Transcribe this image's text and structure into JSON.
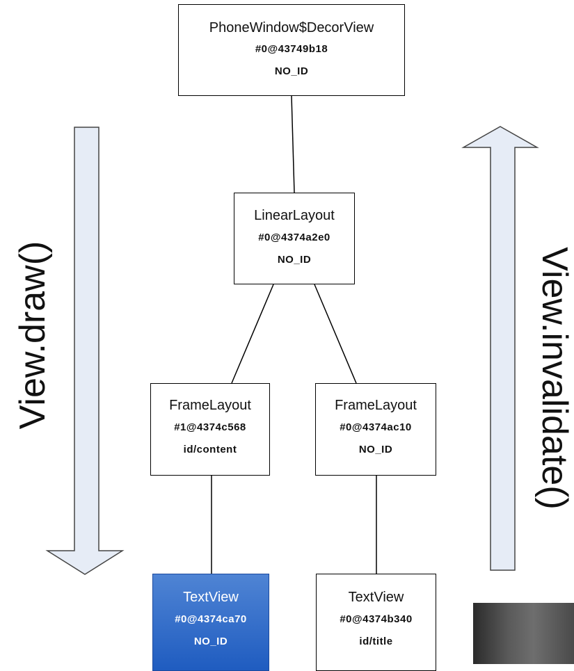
{
  "diagram": {
    "nodes": [
      {
        "id": "decor",
        "title": "PhoneWindow$DecorView",
        "hash": "#0@43749b18",
        "view_id": "NO_ID",
        "selected": false
      },
      {
        "id": "linear",
        "title": "LinearLayout",
        "hash": "#0@4374a2e0",
        "view_id": "NO_ID",
        "selected": false
      },
      {
        "id": "frame1",
        "title": "FrameLayout",
        "hash": "#1@4374c568",
        "view_id": "id/content",
        "selected": false
      },
      {
        "id": "frame2",
        "title": "FrameLayout",
        "hash": "#0@4374ac10",
        "view_id": "NO_ID",
        "selected": false
      },
      {
        "id": "textview1",
        "title": "TextView",
        "hash": "#0@4374ca70",
        "view_id": "NO_ID",
        "selected": true
      },
      {
        "id": "textview2",
        "title": "TextView",
        "hash": "#0@4374b340",
        "view_id": "id/title",
        "selected": false
      }
    ],
    "edges": [
      {
        "from": "decor",
        "to": "linear"
      },
      {
        "from": "linear",
        "to": "frame1"
      },
      {
        "from": "linear",
        "to": "frame2"
      },
      {
        "from": "frame1",
        "to": "textview1"
      },
      {
        "from": "frame2",
        "to": "textview2"
      }
    ],
    "left_arrow": {
      "label": "View.draw()",
      "direction": "down"
    },
    "right_arrow": {
      "label": "View.invalidate()",
      "direction": "up"
    },
    "colors": {
      "arrow_fill": "#e6ecf6",
      "selected_node": "#2f6bd0",
      "line": "#000000"
    }
  }
}
